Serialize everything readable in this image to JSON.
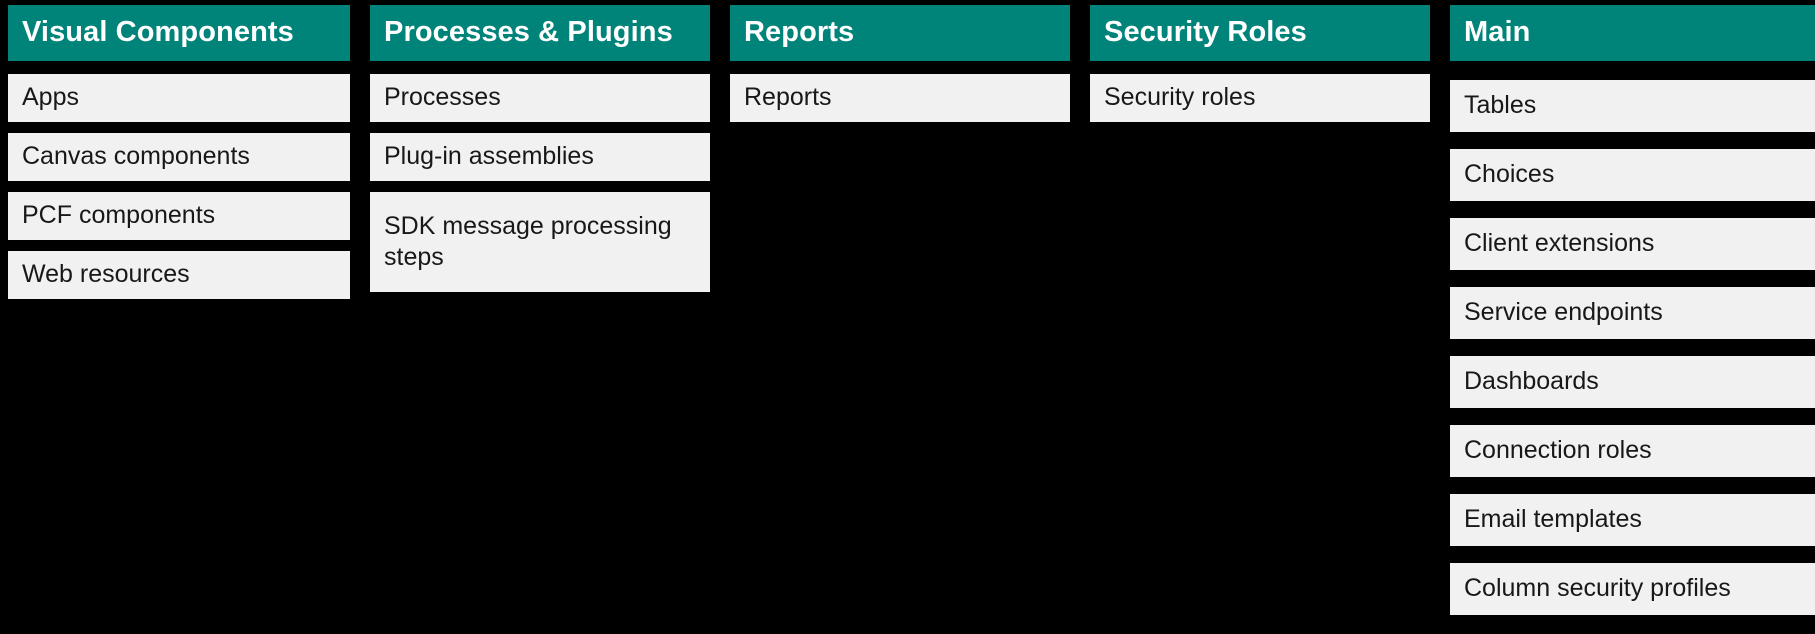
{
  "theme": {
    "background_color": "#000000",
    "header_color": "#00847A",
    "header_text_color": "#FFFFFF",
    "item_color": "#F1F1F1",
    "item_text_color": "#181818"
  },
  "columns": [
    {
      "id": "visual-components",
      "title": "Visual Components",
      "items": [
        {
          "label": "Apps"
        },
        {
          "label": "Canvas components"
        },
        {
          "label": "PCF components"
        },
        {
          "label": "Web resources"
        }
      ]
    },
    {
      "id": "processes-plugins",
      "title": "Processes & Plugins",
      "items": [
        {
          "label": "Processes"
        },
        {
          "label": "Plug-in assemblies"
        },
        {
          "label": "SDK message processing steps"
        }
      ]
    },
    {
      "id": "reports",
      "title": "Reports",
      "items": [
        {
          "label": "Reports"
        }
      ]
    },
    {
      "id": "security-roles",
      "title": "Security Roles",
      "items": [
        {
          "label": "Security roles"
        }
      ]
    },
    {
      "id": "main",
      "title": "Main",
      "items": [
        {
          "label": "Tables"
        },
        {
          "label": "Choices"
        },
        {
          "label": "Client extensions"
        },
        {
          "label": "Service endpoints"
        },
        {
          "label": "Dashboards"
        },
        {
          "label": "Connection roles"
        },
        {
          "label": "Email templates"
        },
        {
          "label": "Column security profiles"
        }
      ]
    }
  ]
}
